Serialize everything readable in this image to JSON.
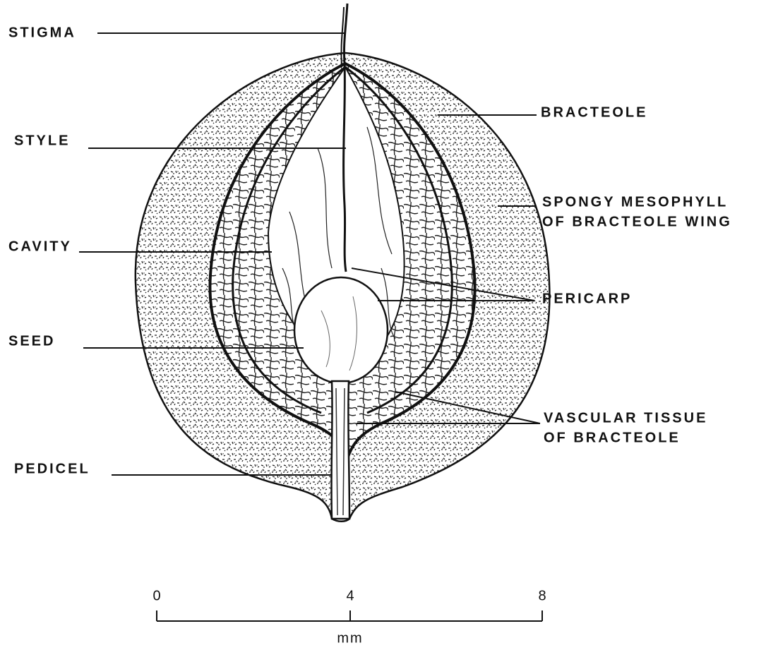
{
  "labels": {
    "stigma": "STIGMA",
    "style": "STYLE",
    "cavity": "CAVITY",
    "seed": "SEED",
    "pedicel": "PEDICEL",
    "bracteole": "BRACTEOLE",
    "spongy_line1": "SPONGY MESOPHYLL",
    "spongy_line2": "OF BRACTEOLE WING",
    "pericarp": "PERICARP",
    "vascular_line1": "VASCULAR TISSUE",
    "vascular_line2": "OF BRACTEOLE"
  },
  "scale_bar": {
    "ticks": [
      "0",
      "4",
      "8"
    ],
    "unit": "mm"
  },
  "colors": {
    "ink": "#111111",
    "paper": "#ffffff"
  }
}
